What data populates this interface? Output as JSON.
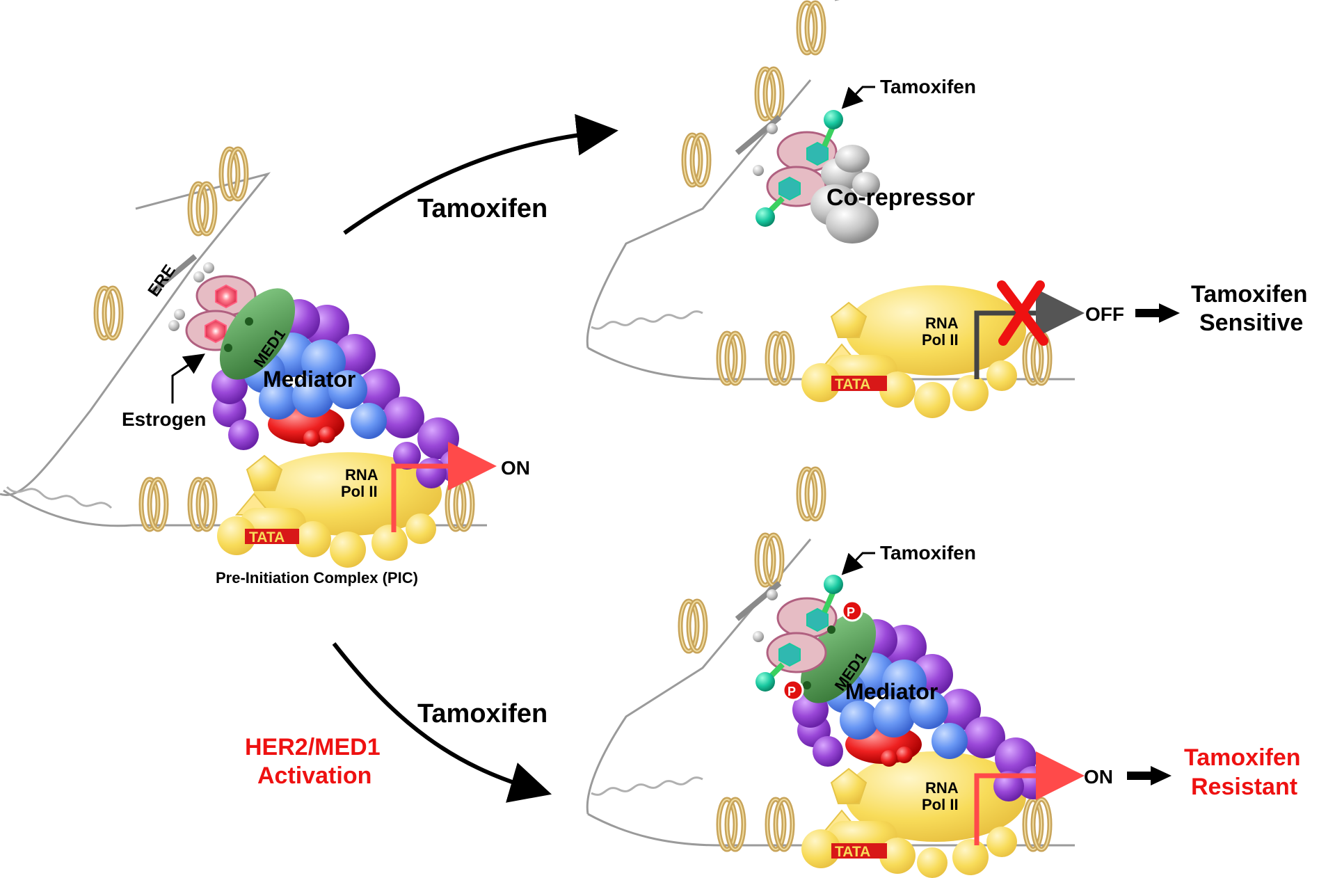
{
  "colors": {
    "nucleosome": "#c8a45a",
    "dna_line": "#9a9a9a",
    "receptor": "#c48a9a",
    "med1": "#4e8a4e",
    "mediator_purple": "#8e44c8",
    "mediator_blue": "#5a8cf0",
    "red_subunit": "#e01010",
    "polymerase_yellow": "#f8dc5a",
    "tamoxifen": "#18c8a0",
    "corepressor": "#c0c0c0",
    "on_arrow": "#ff4a4a",
    "red_text": "#ee1111"
  },
  "left_panel": {
    "ere_label": "ERE",
    "med1_label": "MED1",
    "mediator_label": "Mediator",
    "estrogen_label": "Estrogen",
    "rna_label": "RNA",
    "pol_label": "Pol II",
    "tata_label": "TATA",
    "on_label": "ON",
    "pic_label": "Pre-Initiation Complex (PIC)"
  },
  "arrows": {
    "upper_label": "Tamoxifen",
    "lower_label": "Tamoxifen",
    "lower_condition_line1": "HER2/MED1",
    "lower_condition_line2": "Activation"
  },
  "top_right_panel": {
    "tamoxifen_label": "Tamoxifen",
    "corepressor_label": "Co-repressor",
    "rna_label": "RNA",
    "pol_label": "Pol II",
    "tata_label": "TATA",
    "off_label": "OFF",
    "outcome_line1": "Tamoxifen",
    "outcome_line2": "Sensitive"
  },
  "bottom_right_panel": {
    "tamoxifen_label": "Tamoxifen",
    "med1_label": "MED1",
    "mediator_label": "Mediator",
    "phospho_label": "P",
    "rna_label": "RNA",
    "pol_label": "Pol II",
    "tata_label": "TATA",
    "on_label": "ON",
    "outcome_line1": "Tamoxifen",
    "outcome_line2": "Resistant"
  }
}
